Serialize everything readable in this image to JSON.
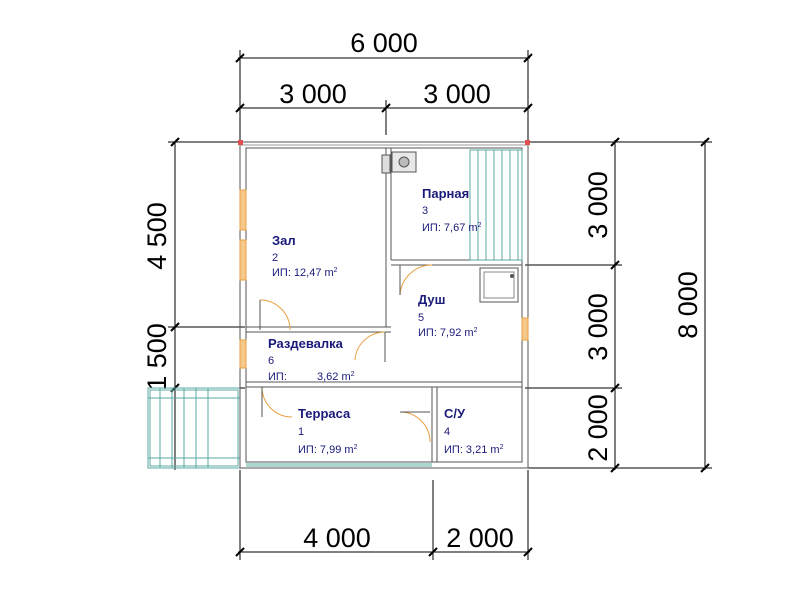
{
  "dimensions": {
    "top_total": "6 000",
    "top_left": "3 000",
    "top_right": "3 000",
    "left_upper": "4 500",
    "left_lower": "1 500",
    "right_upper": "3 000",
    "right_middle": "3 000",
    "right_lower": "2 000",
    "right_total": "8 000",
    "bottom_left": "4 000",
    "bottom_right": "2 000"
  },
  "rooms": {
    "zal": {
      "name": "Зал",
      "number": "2",
      "area_label": "ИП: 12,47 m",
      "area_sup": "2"
    },
    "parnaya": {
      "name": "Парная",
      "number": "3",
      "area_label": "ИП: 7,67 m",
      "area_sup": "2"
    },
    "dush": {
      "name": "Душ",
      "number": "5",
      "area_label": "ИП: 7,92 m",
      "area_sup": "2"
    },
    "razd": {
      "name": "Раздевалка",
      "number": "6",
      "area_prefix": "ИП:",
      "area_label": "3,62 m",
      "area_sup": "2"
    },
    "terrasa": {
      "name": "Терраса",
      "number": "1",
      "area_label": "ИП: 7,99 m",
      "area_sup": "2"
    },
    "su": {
      "name": "С/У",
      "number": "4",
      "area_label": "ИП: 3,21 m",
      "area_sup": "2"
    }
  },
  "colors": {
    "wall": "#555555",
    "window": "#e8a040",
    "stairs": "#5aa8a0",
    "text": "#1a1a7a",
    "corner": "#e05050"
  }
}
